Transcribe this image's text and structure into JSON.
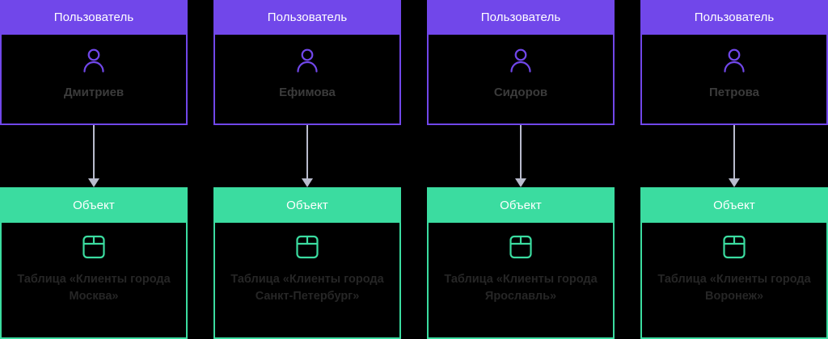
{
  "palette": {
    "background": "#000000",
    "user_accent": "#7147EA",
    "object_accent": "#3BDCA0",
    "arrow": "#b9bccd",
    "header_text": "#ffffff",
    "user_name_text": "#3b3b3b",
    "object_name_text": "#262626"
  },
  "columns": [
    {
      "user": {
        "header": "Пользователь",
        "name": "Дмитриев",
        "icon": "user-icon"
      },
      "object": {
        "header": "Объект",
        "name": "Таблица «Клиенты города Москва»",
        "icon": "table-icon"
      },
      "connector": "arrow-down"
    },
    {
      "user": {
        "header": "Пользователь",
        "name": "Ефимова",
        "icon": "user-icon"
      },
      "object": {
        "header": "Объект",
        "name": "Таблица «Клиенты города Санкт-Петербург»",
        "icon": "table-icon"
      },
      "connector": "arrow-down"
    },
    {
      "user": {
        "header": "Пользователь",
        "name": "Сидоров",
        "icon": "user-icon"
      },
      "object": {
        "header": "Объект",
        "name": "Таблица «Клиенты города Ярославль»",
        "icon": "table-icon"
      },
      "connector": "arrow-down"
    },
    {
      "user": {
        "header": "Пользователь",
        "name": "Петрова",
        "icon": "user-icon"
      },
      "object": {
        "header": "Объект",
        "name": "Таблица «Клиенты города Воронеж»",
        "icon": "table-icon"
      },
      "connector": "arrow-down"
    }
  ]
}
